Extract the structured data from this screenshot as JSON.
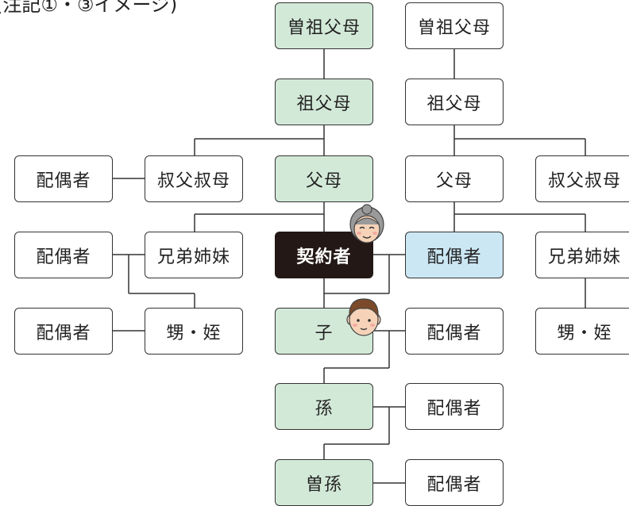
{
  "caption": "(注記①・③イメージ)",
  "labels": {
    "great_grandparents": "曽祖父母",
    "grandparents": "祖父母",
    "spouse": "配偶者",
    "uncle_aunt": "叔父叔母",
    "parents": "父母",
    "siblings": "兄弟姉妹",
    "contractor": "契約者",
    "nephew_niece": "甥・姪",
    "child": "子",
    "grandchild": "孫",
    "great_grandchild": "曽孫"
  },
  "colors": {
    "blood_relative": "#d3e9d8",
    "contractor": "#231815",
    "spouse_of_contractor": "#cce7f4",
    "line": "#333333"
  }
}
